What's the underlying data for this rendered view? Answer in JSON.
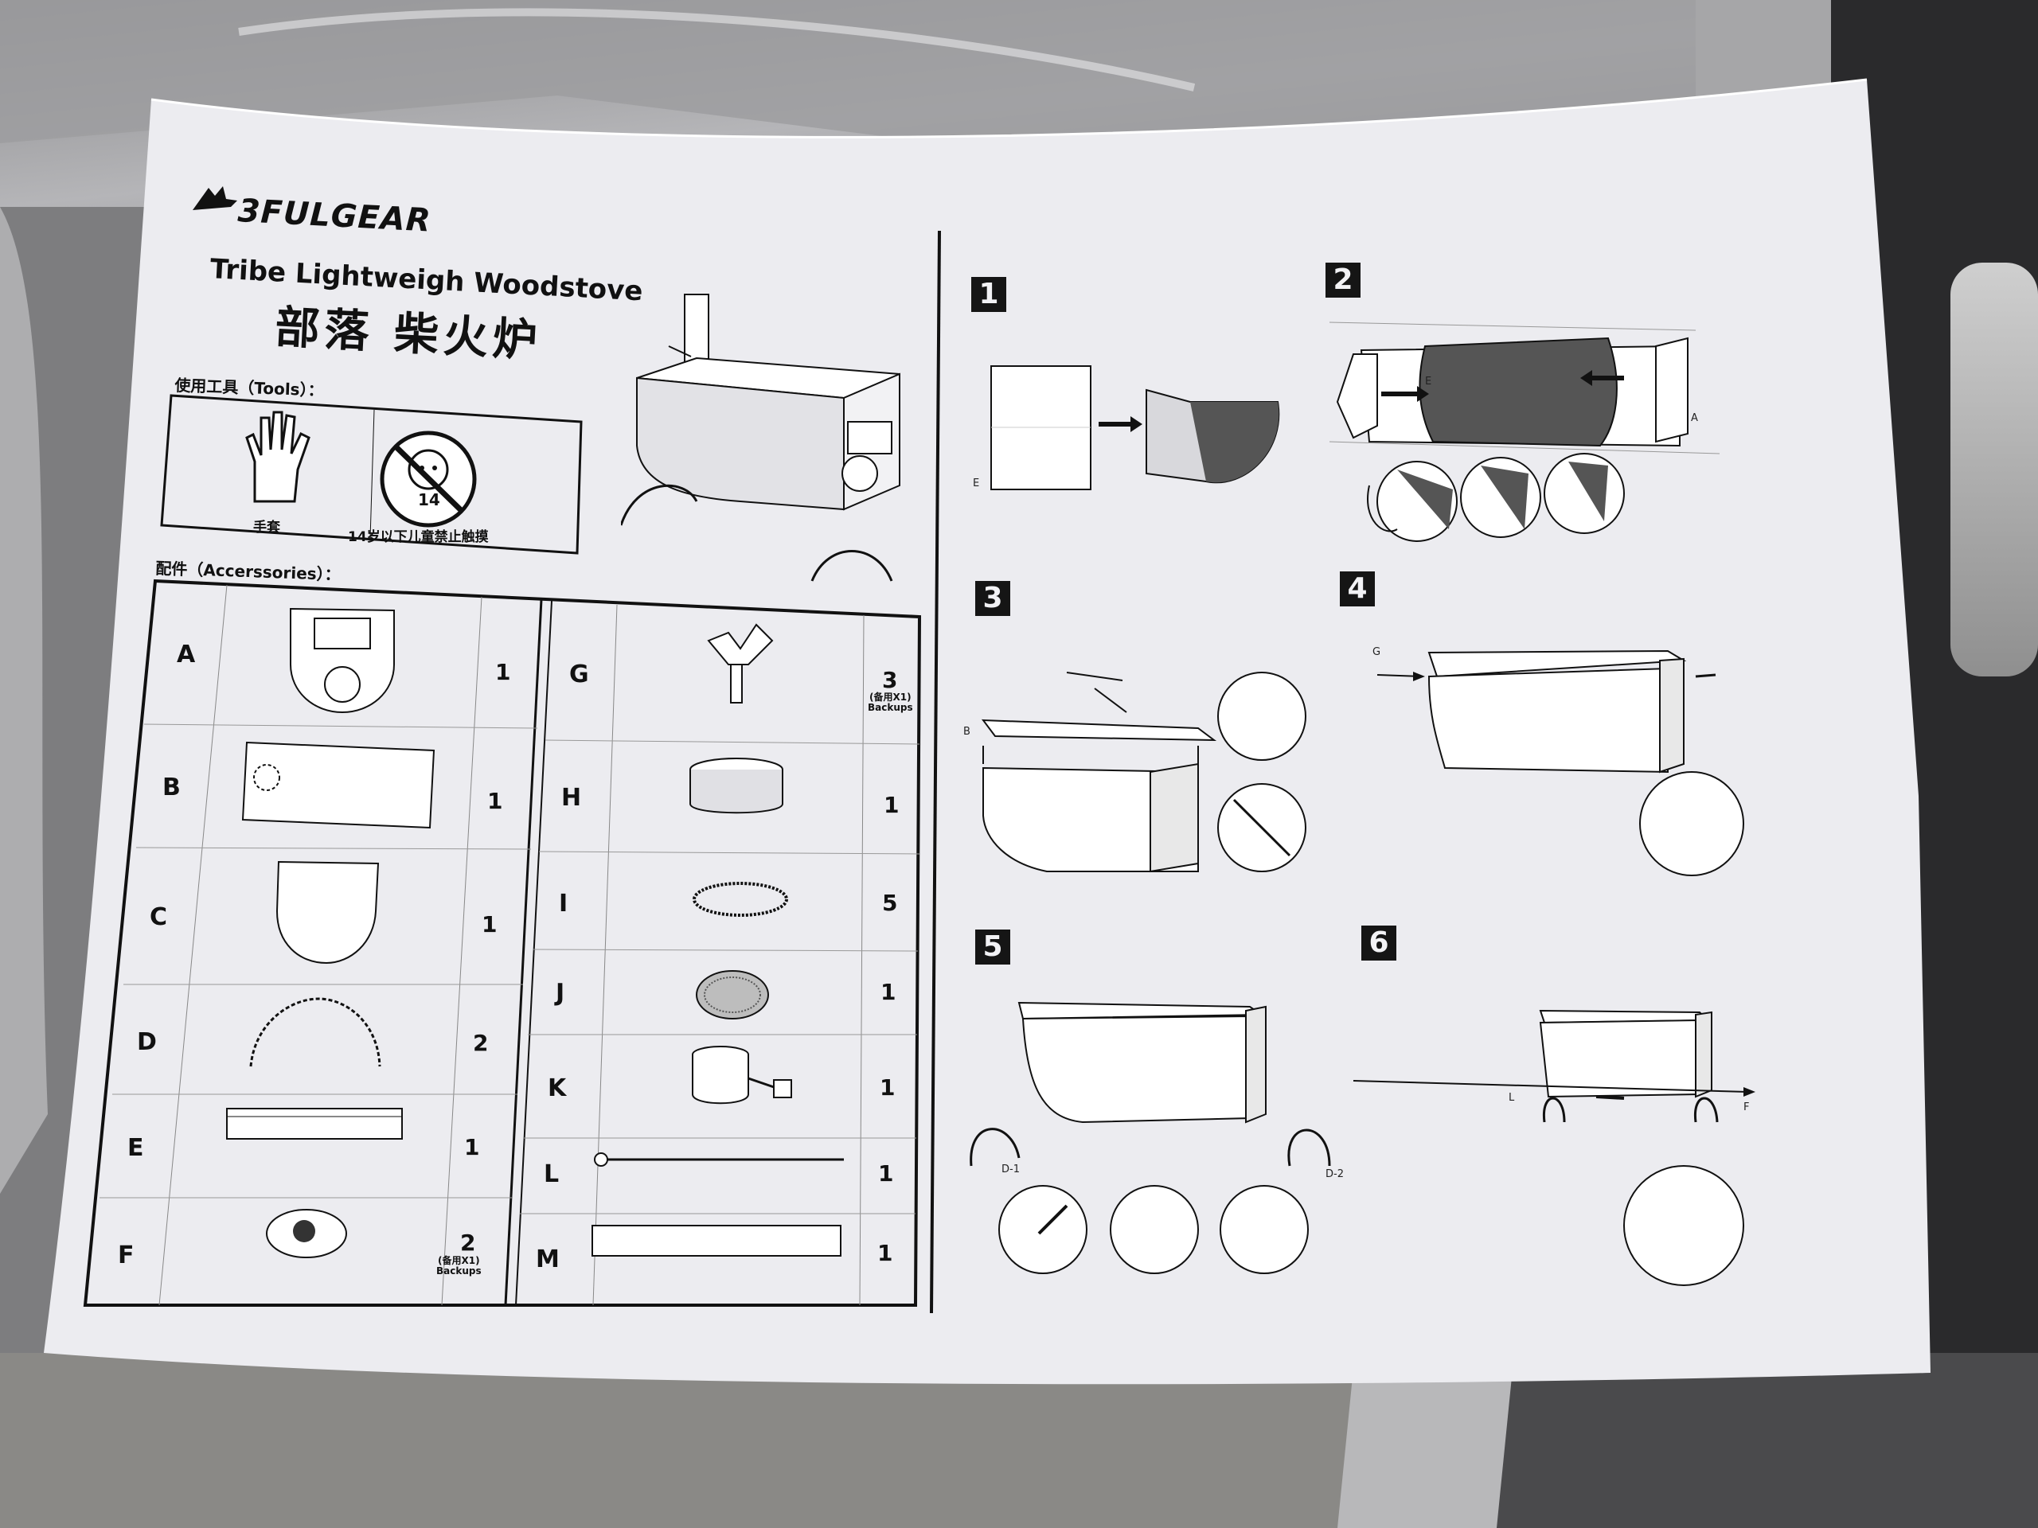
{
  "brand": "3FULGEAR",
  "title_en": "Tribe Lightweigh Woodstove",
  "title_zh": "部落 柴火炉",
  "tools": {
    "label": "使用工具（Tools）：",
    "gloves_caption": "手套",
    "age_badge": "14",
    "age_caption": "14岁以下儿童禁止触摸"
  },
  "accessories": {
    "label": "配件（Accerssories）：",
    "backup_zh": "(备用X1)",
    "backup_en": "Backups",
    "left": [
      {
        "letter": "A",
        "qty": "1"
      },
      {
        "letter": "B",
        "qty": "1"
      },
      {
        "letter": "C",
        "qty": "1"
      },
      {
        "letter": "D",
        "qty": "2"
      },
      {
        "letter": "E",
        "qty": "1"
      },
      {
        "letter": "F",
        "qty": "2"
      }
    ],
    "right": [
      {
        "letter": "G",
        "qty": "3"
      },
      {
        "letter": "H",
        "qty": "1"
      },
      {
        "letter": "I",
        "qty": "5"
      },
      {
        "letter": "J",
        "qty": "1"
      },
      {
        "letter": "K",
        "qty": "1"
      },
      {
        "letter": "L",
        "qty": "1"
      },
      {
        "letter": "M",
        "qty": "1"
      }
    ]
  },
  "steps": [
    "1",
    "2",
    "3",
    "4",
    "5",
    "6"
  ],
  "diagram_labels": {
    "s1": "E",
    "s2_e": "E",
    "s2_a": "A",
    "s3_b": "B",
    "s4_g": "G",
    "s5_d1": "D-1",
    "s5_d2": "D-2",
    "s6_l": "L",
    "s6_f": "F"
  }
}
